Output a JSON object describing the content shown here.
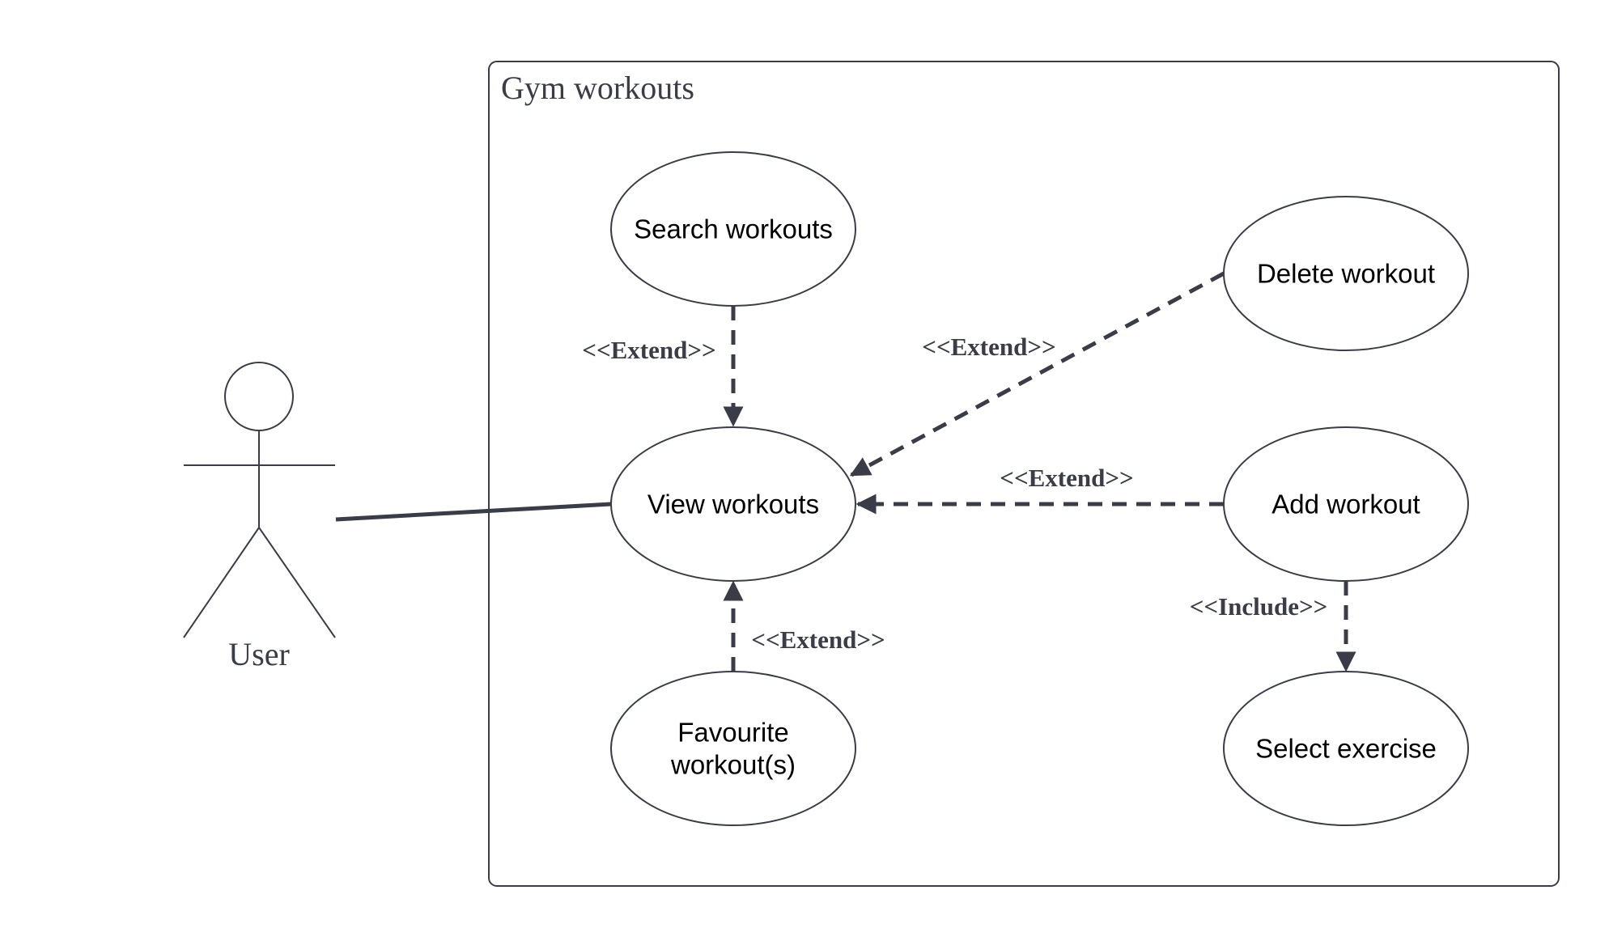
{
  "system": {
    "title": "Gym workouts"
  },
  "actor": {
    "name": "User"
  },
  "use_cases": {
    "search": {
      "label": "Search workouts"
    },
    "delete": {
      "label": "Delete workout"
    },
    "view": {
      "label": "View workouts"
    },
    "add": {
      "label": "Add workout"
    },
    "favourite": {
      "line1": "Favourite",
      "line2": "workout(s)"
    },
    "select": {
      "label": "Select exercise"
    }
  },
  "relationships": {
    "search_view": "<<Extend>>",
    "delete_view": "<<Extend>>",
    "add_view": "<<Extend>>",
    "favourite_view": "<<Extend>>",
    "add_select": "<<Include>>"
  },
  "colors": {
    "stroke": "#3a3d47",
    "background": "#ffffff"
  }
}
